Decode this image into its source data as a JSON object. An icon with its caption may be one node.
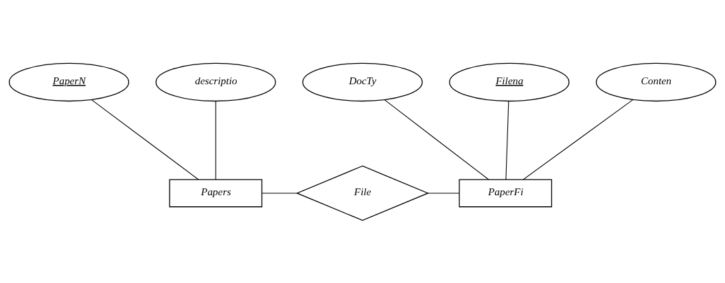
{
  "diagram": {
    "nodes": [
      {
        "text": [
          "PaperN"
        ]
      },
      {
        "text": [
          "descriptio"
        ]
      },
      {
        "text": [
          "DocTy"
        ]
      },
      {
        "text": [
          "Filena"
        ]
      },
      {
        "text": [
          "Conten"
        ]
      },
      {
        "text": [
          "Papers"
        ]
      },
      {
        "text": [
          "File"
        ]
      },
      {
        "text": [
          "PaperFi"
        ]
      }
    ],
    "edges": [
      {
        "from": 0,
        "to": 5,
        "arrow": "none"
      },
      {
        "from": 1,
        "to": 5,
        "arrow": "none"
      },
      {
        "from": 5,
        "to": 6,
        "arrow": "none"
      },
      {
        "from": 6,
        "to": 7,
        "arrow": "none"
      },
      {
        "from": 3,
        "to": 7,
        "arrow": "none"
      },
      {
        "from": 2,
        "to": 7,
        "arrow": "none"
      },
      {
        "from": 4,
        "to": 7,
        "arrow": "none"
      }
    ]
  }
}
